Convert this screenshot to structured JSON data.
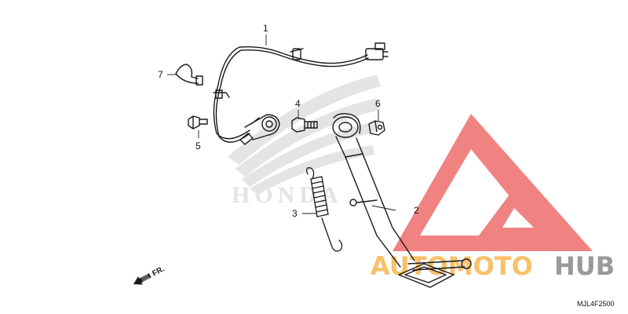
{
  "diagram": {
    "callouts": [
      "1",
      "2",
      "3",
      "4",
      "5",
      "6",
      "7"
    ],
    "front_arrow_label": "FR.",
    "diagram_code": "MJL4F2500",
    "background_logo_text": "HONDA"
  },
  "watermark": {
    "text_part1": "AUTOMOTO",
    "text_part2": "HUB",
    "colors": {
      "triangle": "#f07c7c",
      "text_part1": "#f8c16a",
      "text_part2": "#9a9a9a"
    }
  },
  "colors": {
    "line": "#1a1a1a",
    "logo": "#e4e4e4"
  },
  "icons": {
    "front_arrow": "front-direction-arrow-icon",
    "watermark_logo": "automotohub-triangle-logo-icon"
  }
}
